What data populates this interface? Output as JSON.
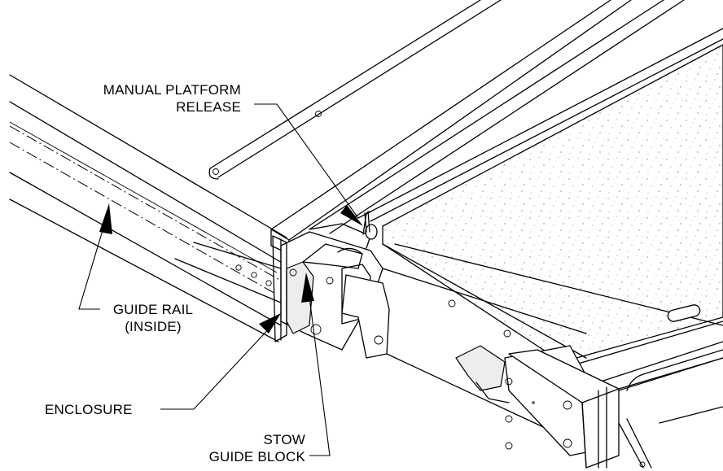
{
  "labels": {
    "manual_release_line1": "MANUAL PLATFORM",
    "manual_release_line2": "RELEASE",
    "guide_rail_line1": "GUIDE RAIL",
    "guide_rail_line2": "(INSIDE)",
    "enclosure": "ENCLOSURE",
    "stow_line1": "STOW",
    "stow_line2": "GUIDE BLOCK"
  }
}
